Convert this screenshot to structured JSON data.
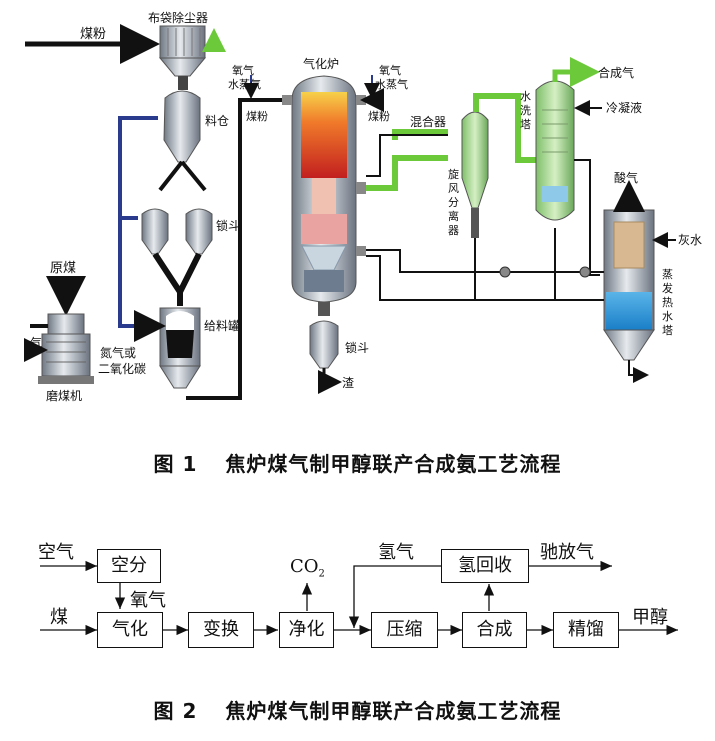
{
  "fig1": {
    "caption_label": "图 1",
    "caption_text": "焦炉煤气制甲醇联产合成氨工艺流程",
    "labels": {
      "coal_powder_in": "煤粉",
      "baghouse": "布袋除尘器",
      "silo": "料仓",
      "lock_hopper": "锁斗",
      "feed_tank": "给料罐",
      "raw_coal": "原煤",
      "gas_in": "气",
      "mill": "磨煤机",
      "inert_gas": [
        "氮气或",
        "二氧化碳"
      ],
      "gasifier": "气化炉",
      "oxygen_steam_left": [
        "氧气",
        "水蒸气"
      ],
      "oxygen_steam_right": [
        "氧气",
        "水蒸气"
      ],
      "coal_powder_left": "煤粉",
      "coal_powder_right": "煤粉",
      "lock_hopper_bottom": "锁斗",
      "slag": "渣",
      "mixer": "混合器",
      "cyclone": [
        "旋",
        "风",
        "分",
        "离",
        "器"
      ],
      "scrubber": [
        "水",
        "洗",
        "塔"
      ],
      "syngas": "合成气",
      "condensate": "冷凝液",
      "sour_gas": "酸气",
      "grey_water": "灰水",
      "evaporator": [
        "蒸",
        "发",
        "热",
        "水",
        "塔"
      ]
    }
  },
  "fig2": {
    "caption_label": "图 2",
    "caption_text": "焦炉煤气制甲醇联产合成氨工艺流程",
    "nodes": {
      "air_sep": "空分",
      "gasify": "气化",
      "shift": "变换",
      "purify": "净化",
      "compress": "压缩",
      "synth": "合成",
      "distill": "精馏",
      "h2_recovery": "氢回收"
    },
    "labels": {
      "air": "空气",
      "coal": "煤",
      "oxygen": "氧气",
      "co2": "CO",
      "co2_sub": "2",
      "hydrogen": "氢气",
      "purge_gas": "驰放气",
      "methanol": "甲醇"
    }
  },
  "colors": {
    "blue_line": "#2a3a8c",
    "green_line": "#6cc93a",
    "dark_line": "#1a1a1a",
    "steel": "#9aa3ad"
  }
}
